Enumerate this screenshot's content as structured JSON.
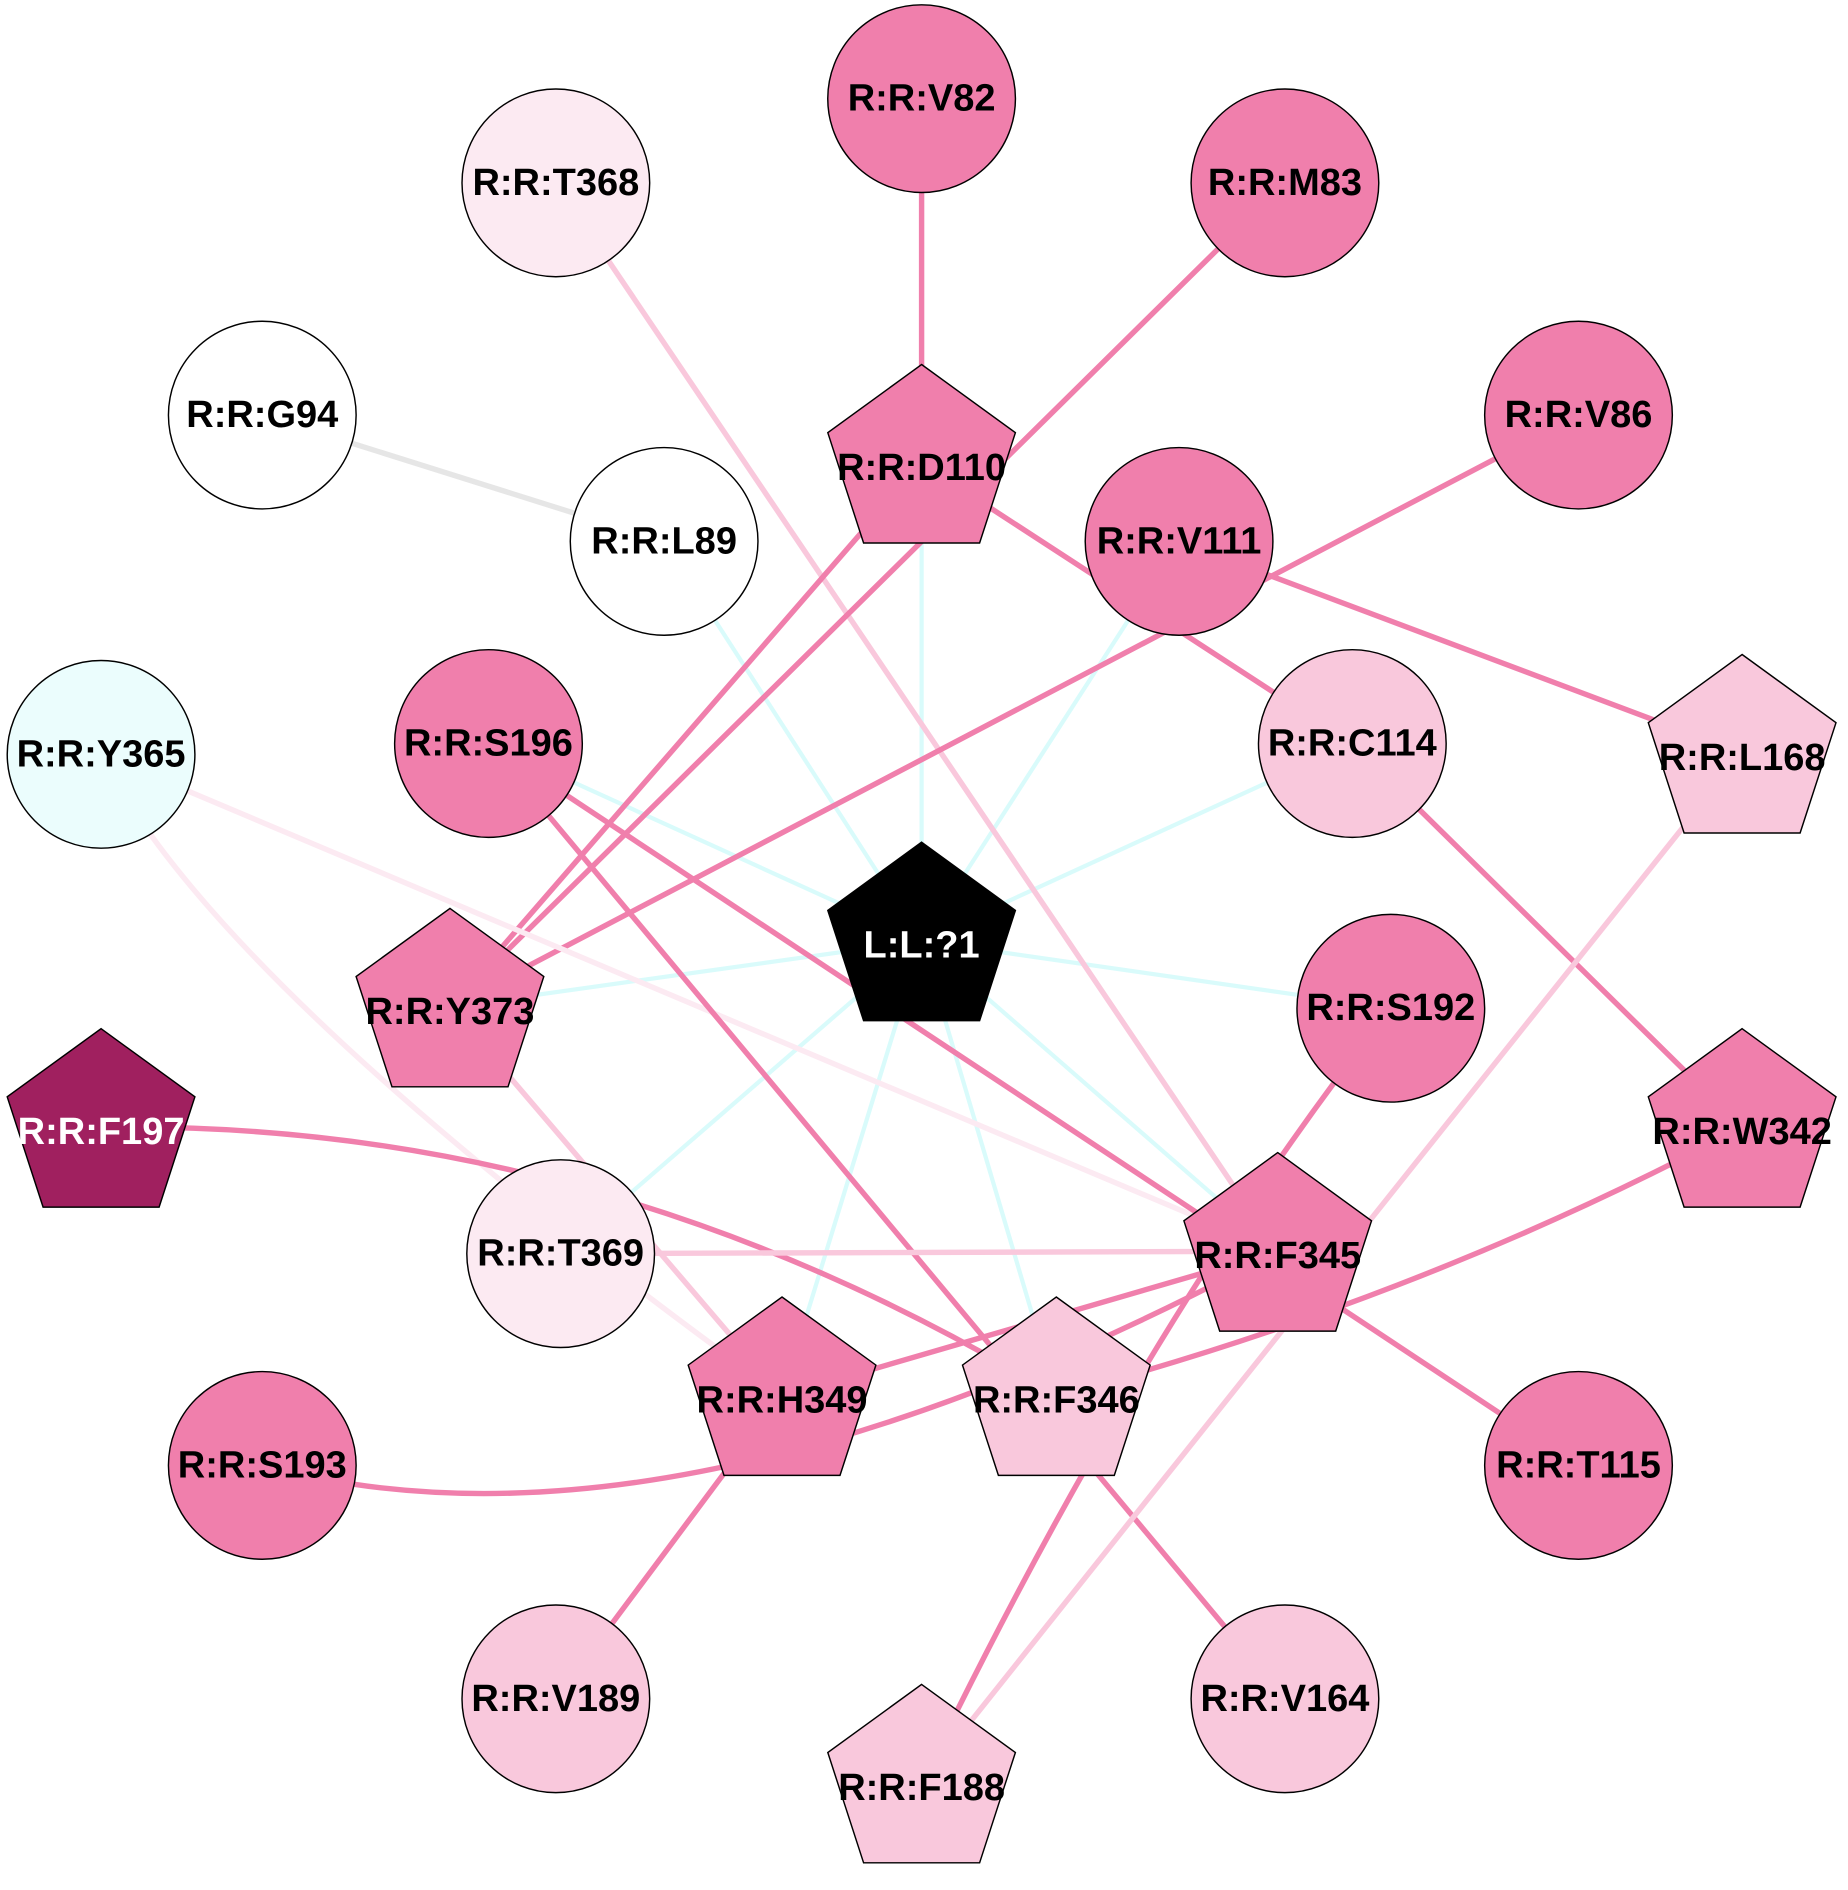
{
  "nodes": [
    {
      "id": "L:L:?1",
      "label": "L:L:?1",
      "shape": "pentagon",
      "fill": "#000000",
      "text_color": "#ffffff"
    },
    {
      "id": "R:R:V82",
      "label": "R:R:V82",
      "shape": "circle",
      "fill": "#f07fac",
      "text_color": "#000000"
    },
    {
      "id": "R:R:T368",
      "label": "R:R:T368",
      "shape": "circle",
      "fill": "#fceaf2",
      "text_color": "#000000"
    },
    {
      "id": "R:R:M83",
      "label": "R:R:M83",
      "shape": "circle",
      "fill": "#f07fac",
      "text_color": "#000000"
    },
    {
      "id": "R:R:G94",
      "label": "R:R:G94",
      "shape": "circle",
      "fill": "#ffffff",
      "text_color": "#000000"
    },
    {
      "id": "R:R:D110",
      "label": "R:R:D110",
      "shape": "pentagon",
      "fill": "#f07fac",
      "text_color": "#000000"
    },
    {
      "id": "R:R:V86",
      "label": "R:R:V86",
      "shape": "circle",
      "fill": "#f07fac",
      "text_color": "#000000"
    },
    {
      "id": "R:R:L89",
      "label": "R:R:L89",
      "shape": "circle",
      "fill": "#ffffff",
      "text_color": "#000000"
    },
    {
      "id": "R:R:V111",
      "label": "R:R:V111",
      "shape": "circle",
      "fill": "#f07fac",
      "text_color": "#000000"
    },
    {
      "id": "R:R:Y365",
      "label": "R:R:Y365",
      "shape": "circle",
      "fill": "#ebfdfd",
      "text_color": "#000000"
    },
    {
      "id": "R:R:S196",
      "label": "R:R:S196",
      "shape": "circle",
      "fill": "#f07fac",
      "text_color": "#000000"
    },
    {
      "id": "R:R:C114",
      "label": "R:R:C114",
      "shape": "circle",
      "fill": "#f9c8dc",
      "text_color": "#000000"
    },
    {
      "id": "R:R:L168",
      "label": "R:R:L168",
      "shape": "pentagon",
      "fill": "#f9c8dc",
      "text_color": "#000000"
    },
    {
      "id": "R:R:Y373",
      "label": "R:R:Y373",
      "shape": "pentagon",
      "fill": "#f07fac",
      "text_color": "#000000"
    },
    {
      "id": "R:R:S192",
      "label": "R:R:S192",
      "shape": "circle",
      "fill": "#f07fac",
      "text_color": "#000000"
    },
    {
      "id": "R:R:F197",
      "label": "R:R:F197",
      "shape": "pentagon",
      "fill": "#a0205f",
      "text_color": "#ffffff"
    },
    {
      "id": "R:R:W342",
      "label": "R:R:W342",
      "shape": "pentagon",
      "fill": "#f07fac",
      "text_color": "#000000"
    },
    {
      "id": "R:R:T369",
      "label": "R:R:T369",
      "shape": "circle",
      "fill": "#fceaf2",
      "text_color": "#000000"
    },
    {
      "id": "R:R:F345",
      "label": "R:R:F345",
      "shape": "pentagon",
      "fill": "#f07fac",
      "text_color": "#000000"
    },
    {
      "id": "R:R:H349",
      "label": "R:R:H349",
      "shape": "pentagon",
      "fill": "#f07fac",
      "text_color": "#000000"
    },
    {
      "id": "R:R:F346",
      "label": "R:R:F346",
      "shape": "pentagon",
      "fill": "#f9c8dc",
      "text_color": "#000000"
    },
    {
      "id": "R:R:S193",
      "label": "R:R:S193",
      "shape": "circle",
      "fill": "#f07fac",
      "text_color": "#000000"
    },
    {
      "id": "R:R:T115",
      "label": "R:R:T115",
      "shape": "circle",
      "fill": "#f07fac",
      "text_color": "#000000"
    },
    {
      "id": "R:R:V189",
      "label": "R:R:V189",
      "shape": "circle",
      "fill": "#f9c8dc",
      "text_color": "#000000"
    },
    {
      "id": "R:R:V164",
      "label": "R:R:V164",
      "shape": "circle",
      "fill": "#f9c8dc",
      "text_color": "#000000"
    },
    {
      "id": "R:R:F188",
      "label": "R:R:F188",
      "shape": "pentagon",
      "fill": "#f9c8dc",
      "text_color": "#000000"
    }
  ],
  "edges": [
    {
      "source": "L:L:?1",
      "target": "R:R:D110",
      "color": "#d9fbfb"
    },
    {
      "source": "L:L:?1",
      "target": "R:R:L89",
      "color": "#d9fbfb"
    },
    {
      "source": "L:L:?1",
      "target": "R:R:V111",
      "color": "#d9fbfb"
    },
    {
      "source": "L:L:?1",
      "target": "R:R:S196",
      "color": "#d9fbfb"
    },
    {
      "source": "L:L:?1",
      "target": "R:R:C114",
      "color": "#d9fbfb"
    },
    {
      "source": "L:L:?1",
      "target": "R:R:Y373",
      "color": "#d9fbfb"
    },
    {
      "source": "L:L:?1",
      "target": "R:R:S192",
      "color": "#d9fbfb"
    },
    {
      "source": "L:L:?1",
      "target": "R:R:T369",
      "color": "#d9fbfb"
    },
    {
      "source": "L:L:?1",
      "target": "R:R:F345",
      "color": "#d9fbfb"
    },
    {
      "source": "L:L:?1",
      "target": "R:R:H349",
      "color": "#d9fbfb"
    },
    {
      "source": "L:L:?1",
      "target": "R:R:F346",
      "color": "#d9fbfb"
    },
    {
      "source": "R:R:V82",
      "target": "R:R:D110",
      "color": "#f07fac"
    },
    {
      "source": "R:R:G94",
      "target": "R:R:L89",
      "color": "#e6e6e6"
    },
    {
      "source": "R:R:T368",
      "target": "R:R:F345",
      "color": "#f9c8dc"
    },
    {
      "source": "R:R:M83",
      "target": "R:R:Y373",
      "color": "#f07fac"
    },
    {
      "source": "R:R:D110",
      "target": "R:R:Y373",
      "color": "#f07fac"
    },
    {
      "source": "R:R:D110",
      "target": "R:R:C114",
      "color": "#f07fac"
    },
    {
      "source": "R:R:V86",
      "target": "R:R:Y373",
      "color": "#f07fac"
    },
    {
      "source": "R:R:V111",
      "target": "R:R:L168",
      "color": "#f07fac"
    },
    {
      "source": "R:R:Y365",
      "target": "R:R:F345",
      "color": "#fceaf2"
    },
    {
      "source": "R:R:Y365",
      "target": "R:R:H349",
      "color": "#fceaf2"
    },
    {
      "source": "R:R:S196",
      "target": "R:R:T115",
      "color": "#f07fac"
    },
    {
      "source": "R:R:S196",
      "target": "R:R:V164",
      "color": "#f07fac"
    },
    {
      "source": "R:R:C114",
      "target": "R:R:W342",
      "color": "#f07fac"
    },
    {
      "source": "R:R:L168",
      "target": "R:R:F188",
      "color": "#f9c8dc"
    },
    {
      "source": "R:R:Y373",
      "target": "R:R:H349",
      "color": "#f9c8dc"
    },
    {
      "source": "R:R:S192",
      "target": "R:R:F188",
      "color": "#f07fac"
    },
    {
      "source": "R:R:F197",
      "target": "R:R:F346",
      "color": "#f07fac"
    },
    {
      "source": "R:R:W342",
      "target": "R:R:F346",
      "color": "#f07fac"
    },
    {
      "source": "R:R:T369",
      "target": "R:R:F345",
      "color": "#f9c8dc"
    },
    {
      "source": "R:R:F345",
      "target": "R:R:H349",
      "color": "#f07fac"
    },
    {
      "source": "R:R:F345",
      "target": "R:R:S193",
      "color": "#f07fac"
    },
    {
      "source": "R:R:H349",
      "target": "R:R:V189",
      "color": "#f07fac"
    }
  ]
}
